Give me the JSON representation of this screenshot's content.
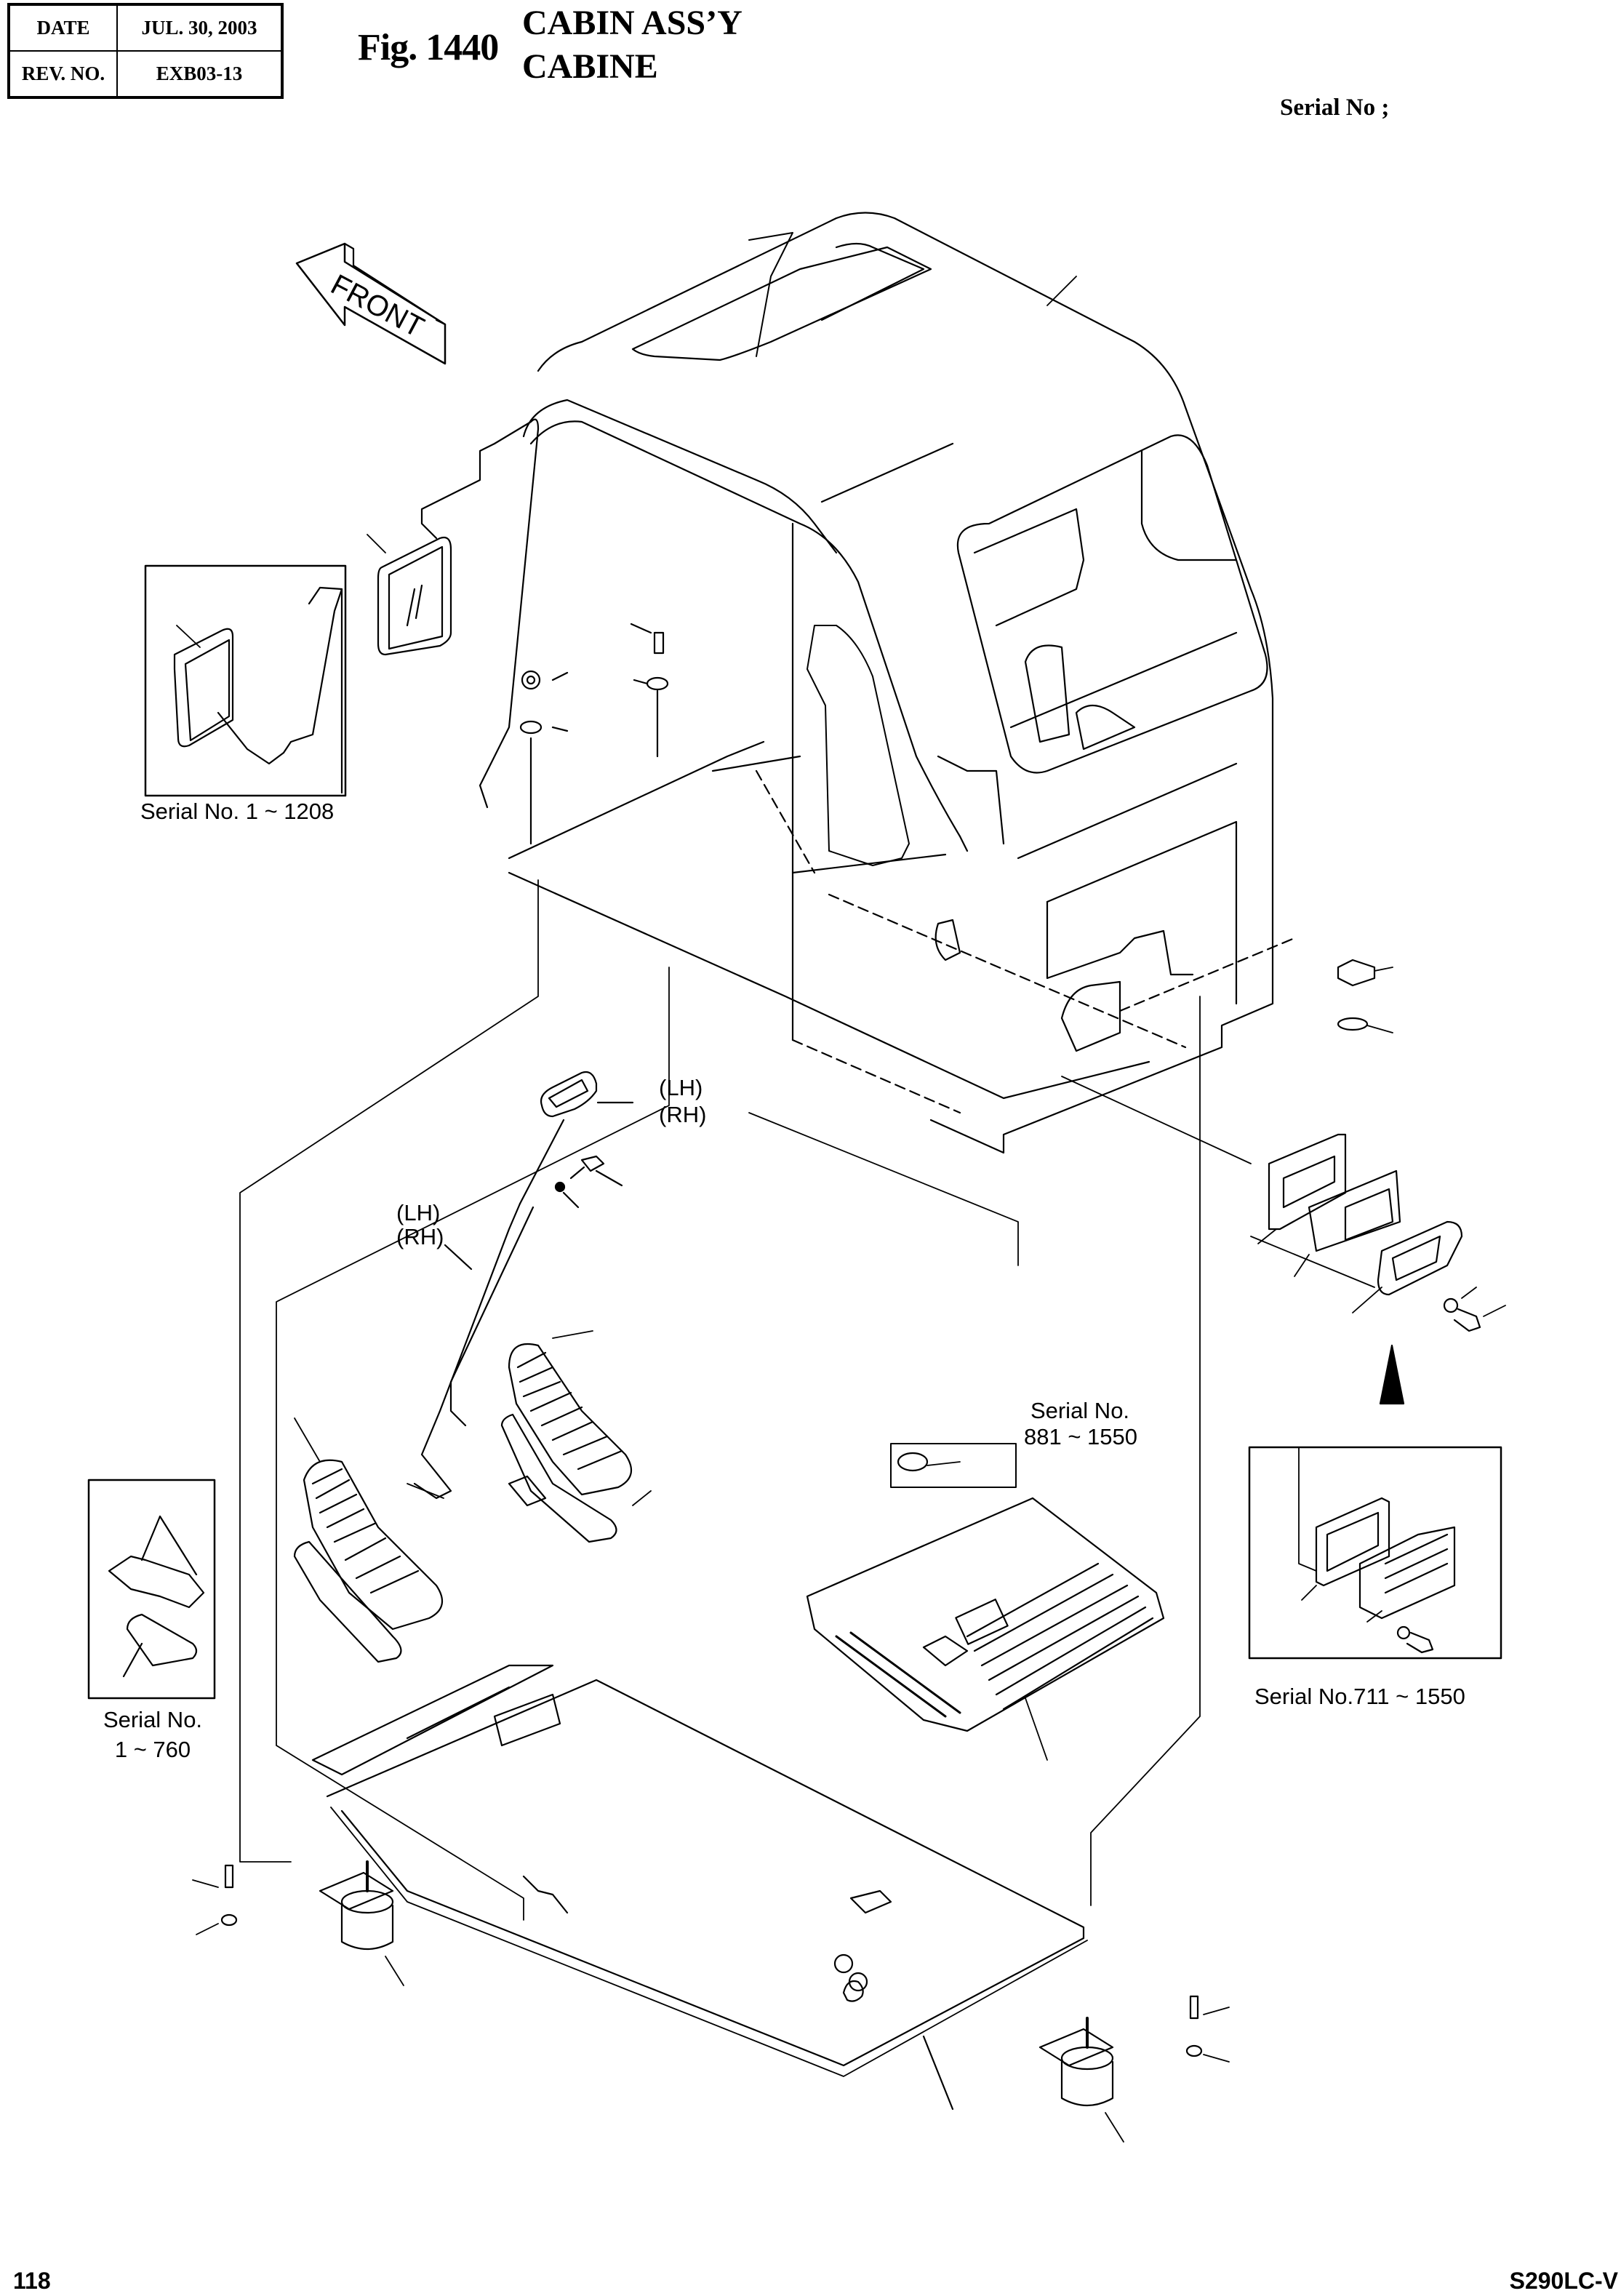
{
  "header": {
    "date_label": "DATE",
    "date_value": "JUL.  30, 2003",
    "rev_label": "REV. NO.",
    "rev_value": "EXB03-13",
    "figure_number": "Fig. 1440",
    "title_en": "CABIN ASS’Y",
    "title_fr": "CABINE",
    "serial_label": "Serial No ;"
  },
  "diagram": {
    "front_arrow_text": "FRONT",
    "callouts": {
      "mirror_inset_serial": "Serial No. 1 ~ 1208",
      "lever_lh": "(LH)",
      "lever_rh": "(RH)",
      "rod_lh": "(LH)",
      "rod_rh": "(RH)",
      "plug_serial_line1": "Serial No.",
      "plug_serial_line2": "881 ~ 1550",
      "pedal_inset_serial_line1": "Serial No.",
      "pedal_inset_serial_line2": "1 ~ 760",
      "vent_inset_serial": "Serial No.711 ~ 1550"
    },
    "parts": [
      "cabin-shell",
      "side-mirror",
      "mirror-stay",
      "bolt",
      "nut",
      "washer",
      "travel-lever",
      "lever-rod",
      "travel-pedal-lh",
      "travel-pedal-rh",
      "pedal-bracket",
      "pedal-boot",
      "floor-plate",
      "floor-mat",
      "cushion-mount",
      "vent-grille",
      "vent-gasket",
      "grommet"
    ]
  },
  "footer": {
    "page_number": "118",
    "model": "S290LC-V"
  }
}
